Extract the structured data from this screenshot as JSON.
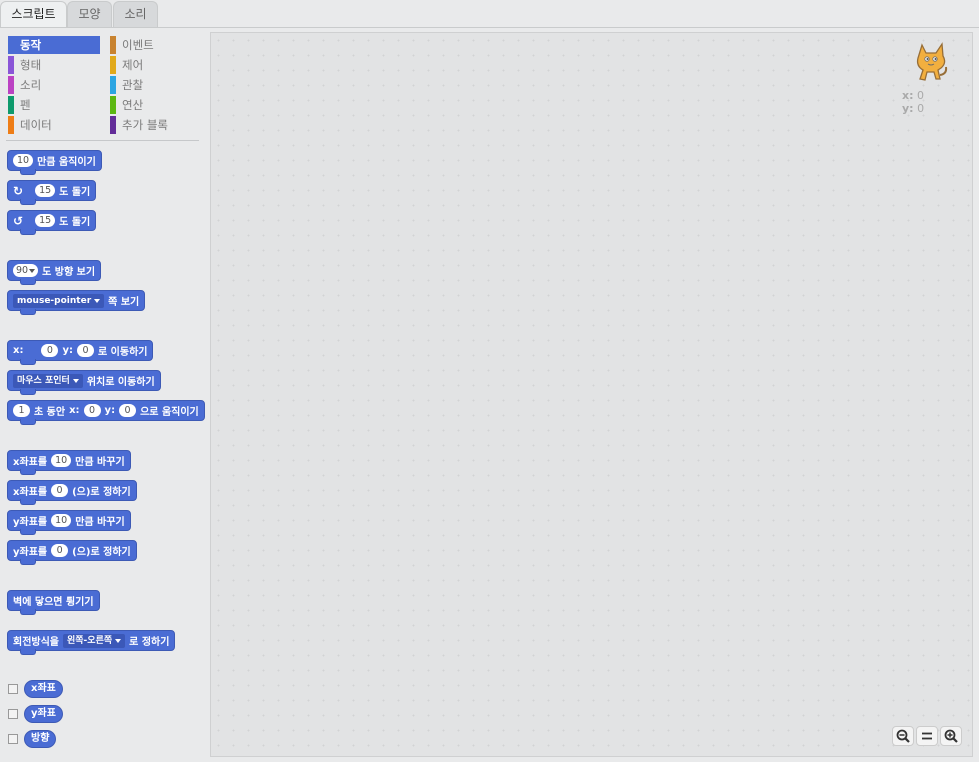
{
  "tabs": [
    {
      "label": "스크립트",
      "active": true
    },
    {
      "label": "모양",
      "active": false
    },
    {
      "label": "소리",
      "active": false
    }
  ],
  "categories": [
    {
      "label": "동작",
      "color": "#4a6cd4",
      "active": true
    },
    {
      "label": "이벤트",
      "color": "#c88330"
    },
    {
      "label": "형태",
      "color": "#8a55d7"
    },
    {
      "label": "제어",
      "color": "#e1a91a"
    },
    {
      "label": "소리",
      "color": "#bb42c3"
    },
    {
      "label": "관찰",
      "color": "#2ca5e2"
    },
    {
      "label": "펜",
      "color": "#0e9a6c"
    },
    {
      "label": "연산",
      "color": "#5cb712"
    },
    {
      "label": "데이터",
      "color": "#ee7d16"
    },
    {
      "label": "추가 블록",
      "color": "#632d99"
    }
  ],
  "blocks": {
    "move": {
      "value": "10",
      "text": "만큼 움직이기"
    },
    "turn_right": {
      "value": "15",
      "text": "도 돌기"
    },
    "turn_left": {
      "value": "15",
      "text": "도 돌기"
    },
    "point_dir": {
      "value": "90",
      "text": "도 방향 보기"
    },
    "point_towards": {
      "value": "mouse-pointer",
      "text": "쪽 보기"
    },
    "goto_xy": {
      "x_label": "x:",
      "x": "0",
      "y_label": "y:",
      "y": "0",
      "text": "로 이동하기"
    },
    "goto_target": {
      "value": "마우스 포인터",
      "text": "위치로 이동하기"
    },
    "glide": {
      "secs": "1",
      "text1": "초 동안",
      "x_label": "x:",
      "x": "0",
      "y_label": "y:",
      "y": "0",
      "text2": "으로 움직이기"
    },
    "change_x": {
      "text1": "x좌표를",
      "value": "10",
      "text2": "만큼 바꾸기"
    },
    "set_x": {
      "text1": "x좌표를",
      "value": "0",
      "text2": "(으)로 정하기"
    },
    "change_y": {
      "text1": "y좌표를",
      "value": "10",
      "text2": "만큼 바꾸기"
    },
    "set_y": {
      "text1": "y좌표를",
      "value": "0",
      "text2": "(으)로 정하기"
    },
    "bounce": {
      "text": "벽에 닿으면 튕기기"
    },
    "rotation_style": {
      "text1": "회전방식을",
      "value": "왼쪽-오른쪽",
      "text2": "로 정하기"
    }
  },
  "reporters": [
    {
      "label": "x좌표"
    },
    {
      "label": "y좌표"
    },
    {
      "label": "방향"
    }
  ],
  "sprite": {
    "x_label": "x:",
    "x": "0",
    "y_label": "y:",
    "y": "0"
  },
  "zoom": {
    "out": "zoom-out",
    "reset": "zoom-reset",
    "in": "zoom-in"
  }
}
